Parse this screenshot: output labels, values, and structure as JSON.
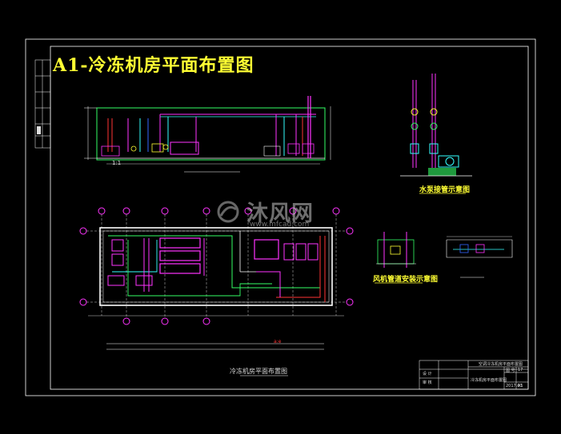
{
  "title": "A1-冷冻机房平面布置图",
  "captions": {
    "pump_detail": "水泵接管示意图",
    "side_detail": "风机管道安装示意图",
    "plan_caption": "冷冻机房平面布置图"
  },
  "dimension_labels": {
    "elev_bottom": "1:1",
    "plan_mark": "a:e"
  },
  "watermark": {
    "text": "沐风网",
    "url": "www.mfcad.com"
  },
  "title_block": {
    "header": "空调冷冻机房平面布置图",
    "row1": "设 计",
    "row2": "审 核",
    "row3": "图 号",
    "drawing_name": "冷冻机房平面布置图",
    "sheet_no": "17",
    "date_cell": "2017.03",
    "scale_cell": "A1"
  },
  "colors": {
    "frame": "#ffffff",
    "title": "#ffff33",
    "pipe_magenta": "#ff33ff",
    "pipe_green": "#33ff66",
    "pipe_cyan": "#33ffff",
    "pipe_red": "#ff3333",
    "pipe_blue": "#3366ff"
  }
}
